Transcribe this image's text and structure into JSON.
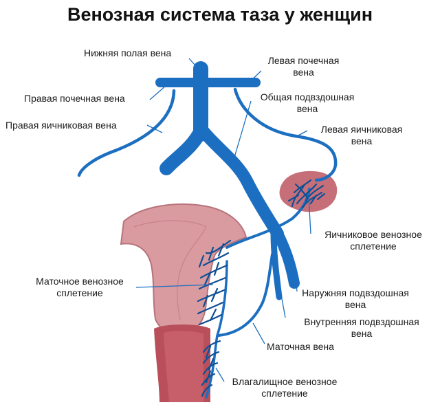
{
  "title": "Венозная система таза у женщин",
  "colors": {
    "vein": "#1c6fc0",
    "vein_dark": "#0f4f94",
    "uterus": "#d99aa0",
    "uterus_outline": "#b7737b",
    "vagina": "#b84f5b",
    "ovary": "#c76f78",
    "leader": "#1c6fc0"
  },
  "labels": {
    "ivc": "Нижняя полая вена",
    "left_renal_1": "Левая почечная",
    "left_renal_2": "вена",
    "right_renal": "Правая почечная вена",
    "common_iliac_1": "Общая подвздошная",
    "common_iliac_2": "вена",
    "right_ovarian": "Правая яичниковая вена",
    "left_ovarian_1": "Левая яичниковая",
    "left_ovarian_2": "вена",
    "ovarian_plexus_1": "Яичниковое венозное",
    "ovarian_plexus_2": "сплетение",
    "uterine_plexus_1": "Маточное венозное",
    "uterine_plexus_2": "сплетение",
    "external_iliac_1": "Наружняя подвздошная",
    "external_iliac_2": "вена",
    "internal_iliac_1": "Внутренняя подвздошная",
    "internal_iliac_2": "вена",
    "uterine_vein": "Маточная вена",
    "vaginal_plexus_1": "Влагалищное венозное",
    "vaginal_plexus_2": "сплетение"
  }
}
